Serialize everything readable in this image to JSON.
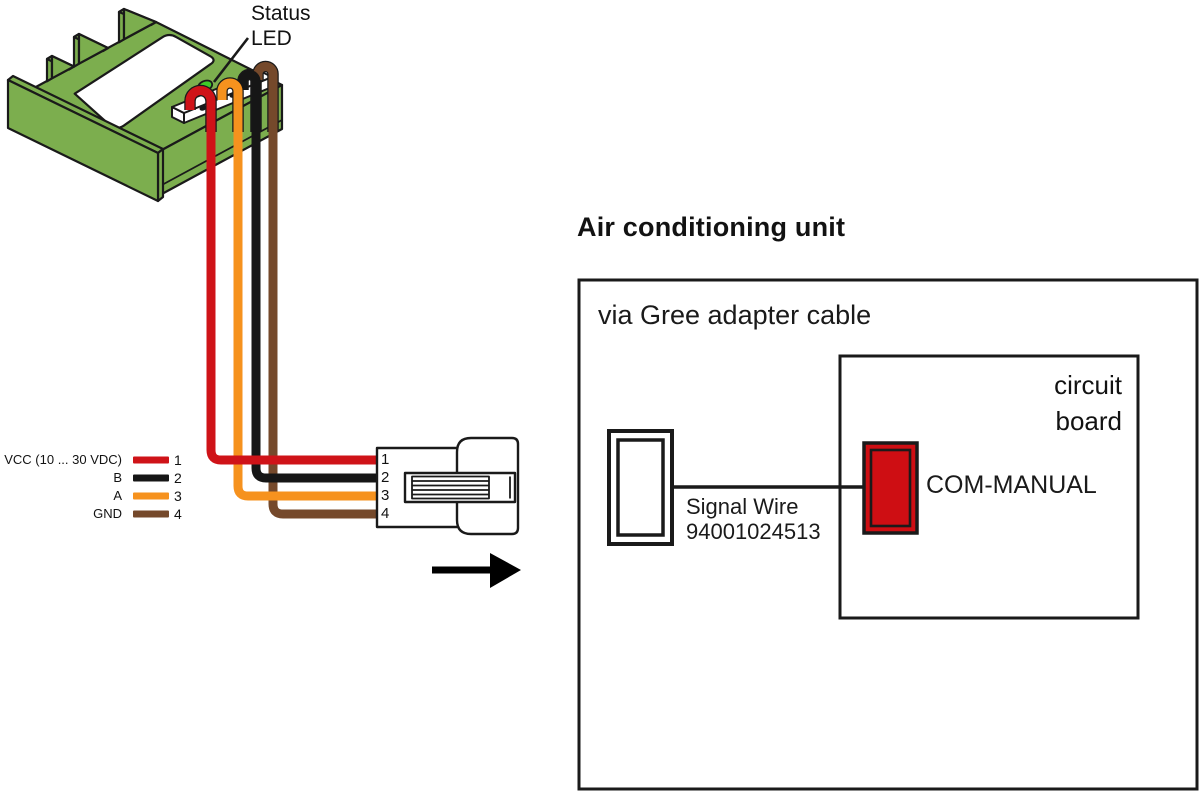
{
  "device": {
    "status_led": {
      "lines": [
        "Status",
        "LED"
      ]
    }
  },
  "legend": {
    "rows": [
      {
        "label": "VCC (10 ... 30 VDC)",
        "pin": "1",
        "wire": "red"
      },
      {
        "label": "B",
        "pin": "2",
        "wire": "black"
      },
      {
        "label": "A",
        "pin": "3",
        "wire": "orange"
      },
      {
        "label": "GND",
        "pin": "4",
        "wire": "brown"
      }
    ]
  },
  "plug": {
    "pins": [
      "1",
      "2",
      "3",
      "4"
    ]
  },
  "ac_unit": {
    "title": "Air conditioning unit",
    "via_label": "via Gree adapter cable",
    "circuit_board": {
      "lines": [
        "circuit",
        "board"
      ]
    },
    "port_label": "COM-MANUAL",
    "signal_wire": {
      "lines": [
        "Signal Wire",
        "94001024513"
      ]
    }
  },
  "colors": {
    "module_green": "#7cae4e",
    "led_green": "#3ecb28",
    "wire_red": "#cf1318",
    "wire_black": "#161616",
    "wire_orange": "#f6921e",
    "wire_brown": "#75492b",
    "port_red": "#ce0e13",
    "outline": "#1a1a1a"
  }
}
